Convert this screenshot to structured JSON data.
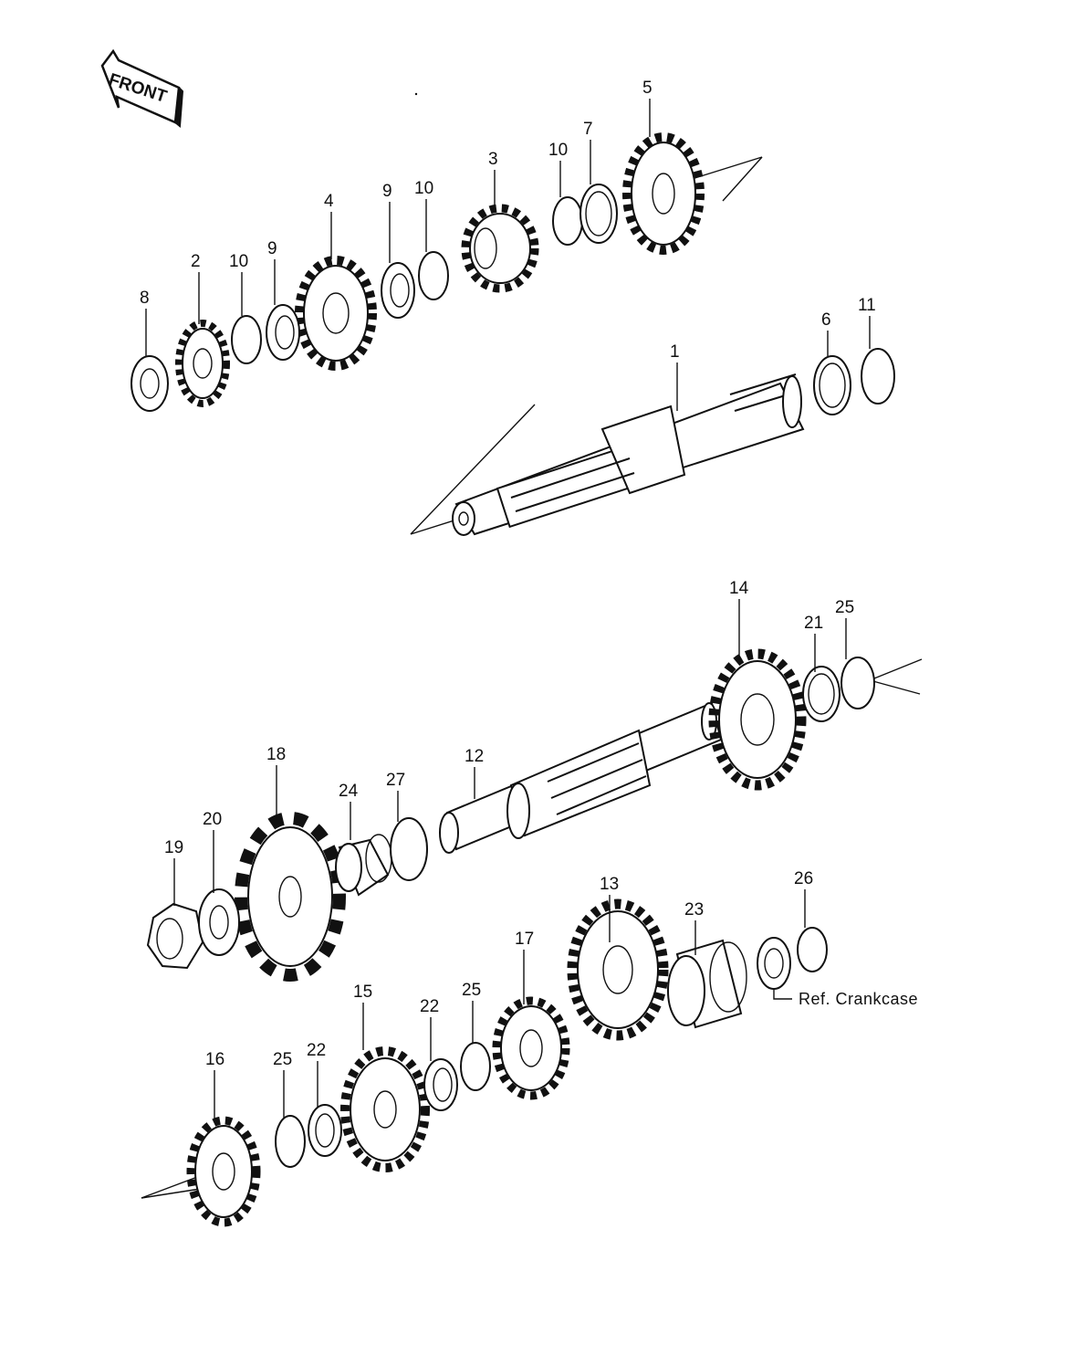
{
  "front_label": "FRONT",
  "ref_label": "Ref. Crankcase",
  "callouts": {
    "c1": "1",
    "c2": "2",
    "c3": "3",
    "c4": "4",
    "c5": "5",
    "c6": "6",
    "c7": "7",
    "c8": "8",
    "c9a": "9",
    "c9b": "9",
    "c10a": "10",
    "c10b": "10",
    "c10c": "10",
    "c11": "11",
    "c12": "12",
    "c13": "13",
    "c14": "14",
    "c15": "15",
    "c16": "16",
    "c17": "17",
    "c18": "18",
    "c19": "19",
    "c20": "20",
    "c21": "21",
    "c22a": "22",
    "c22b": "22",
    "c23": "23",
    "c24": "24",
    "c25a": "25",
    "c25b": "25",
    "c25c": "25",
    "c26": "26",
    "c27": "27"
  }
}
